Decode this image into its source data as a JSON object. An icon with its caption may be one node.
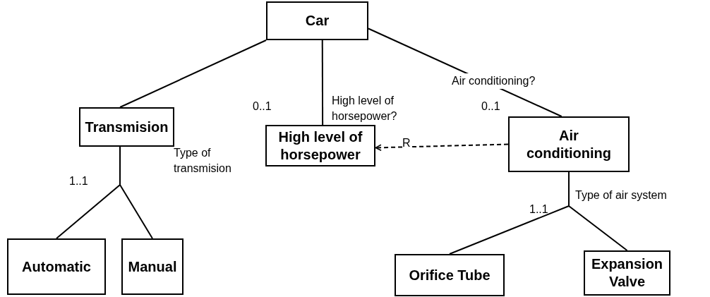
{
  "diagram": {
    "nodes": [
      {
        "text": [
          "Car"
        ]
      },
      {
        "text": [
          "Transmision"
        ]
      },
      {
        "text": [
          "High level of horsepower"
        ]
      },
      {
        "text": [
          "Air conditioning"
        ]
      },
      {
        "text": [
          "Automatic"
        ]
      },
      {
        "text": [
          "Manual"
        ]
      },
      {
        "text": [
          "Orifice Tube"
        ]
      },
      {
        "text": [
          "Expansion Valve"
        ]
      }
    ],
    "edges": [
      {
        "from": 0,
        "to": 1,
        "arrow": "none"
      },
      {
        "from": 0,
        "to": 2,
        "arrow": "none",
        "label": "High level of horsepower?"
      },
      {
        "from": 0,
        "to": 3,
        "arrow": "none",
        "label": "Air conditioning?"
      },
      {
        "from": 1,
        "to": 4,
        "arrow": "none"
      },
      {
        "from": 1,
        "to": 5,
        "arrow": "none"
      },
      {
        "from": 3,
        "to": 2,
        "arrow": "to",
        "style": "dashed",
        "label": "R"
      },
      {
        "from": 3,
        "to": 6,
        "arrow": "none"
      },
      {
        "from": 3,
        "to": 7,
        "arrow": "none"
      }
    ],
    "labels": [
      "0..1",
      "0..1",
      "1..1",
      "Type of transmision",
      "1..1",
      "Type of air system"
    ]
  }
}
